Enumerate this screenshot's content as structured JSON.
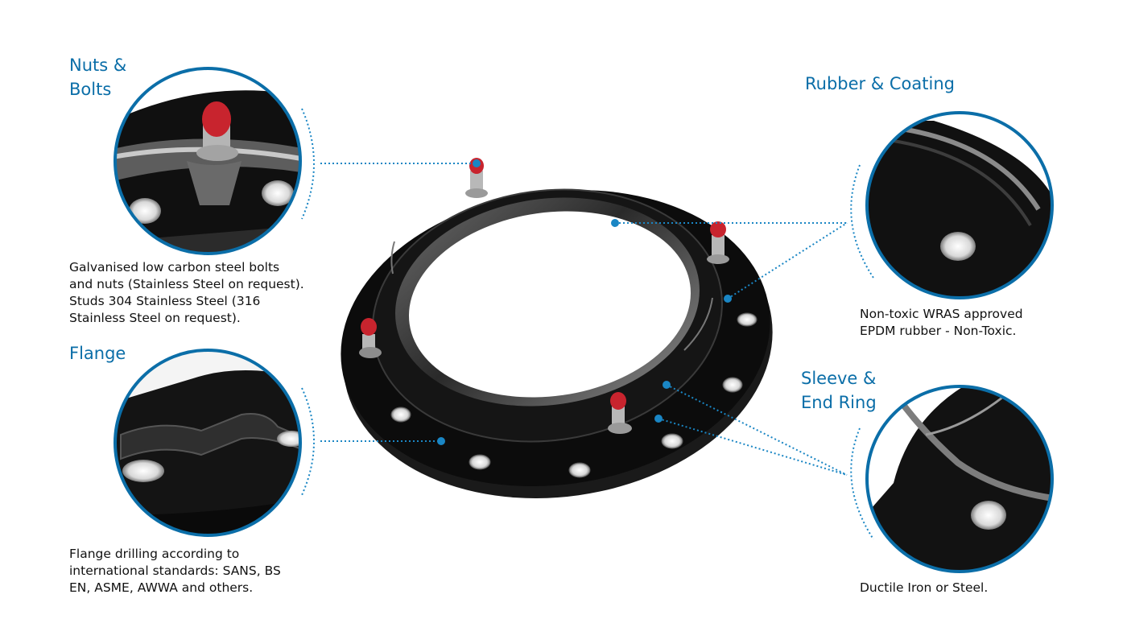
{
  "callouts": {
    "nuts_bolts": {
      "heading": [
        "Nuts &",
        "Bolts"
      ],
      "description": [
        "Galvanised low carbon steel bolts",
        "and nuts (Stainless Steel on request).",
        "Studs 304 Stainless Steel (316",
        "Stainless Steel on request)."
      ]
    },
    "flange": {
      "heading": [
        "Flange"
      ],
      "description": [
        "Flange drilling according to",
        "international standards: SANS, BS",
        "EN, ASME, AWWA and others."
      ]
    },
    "rubber_coating": {
      "heading": [
        "Rubber & Coating"
      ],
      "description": [
        "Non-toxic WRAS approved",
        "EPDM rubber - Non-Toxic."
      ]
    },
    "sleeve_end_ring": {
      "heading": [
        "Sleeve &",
        "End Ring"
      ],
      "description": [
        "Ductile Iron or Steel."
      ]
    }
  },
  "colors": {
    "accent": "#0b6ea8",
    "text": "#111111",
    "metal": "#111111",
    "bolt_cap": "#c8242e"
  }
}
